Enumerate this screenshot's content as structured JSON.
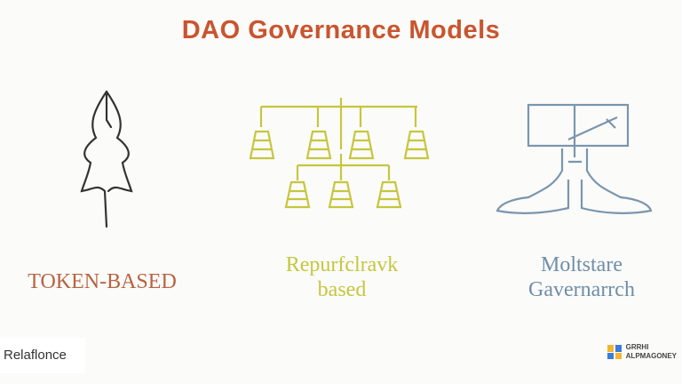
{
  "title": "DAO Governance Models",
  "models": [
    {
      "line1": "TOKEN-BASED",
      "line2": "",
      "color": "#b8633f",
      "icon": "token-icon"
    },
    {
      "line1": "Repurfclravk",
      "line2": "based",
      "color": "#c6c63e",
      "icon": "hierarchy-icon"
    },
    {
      "line1": "Moltstare",
      "line2": "Gavernarrch",
      "color": "#6f8ea8",
      "icon": "board-hands-icon"
    }
  ],
  "footer": {
    "left": "Relaflonce",
    "logo_line1": "GRRHI",
    "logo_line2": "ALPMAGONEY"
  }
}
